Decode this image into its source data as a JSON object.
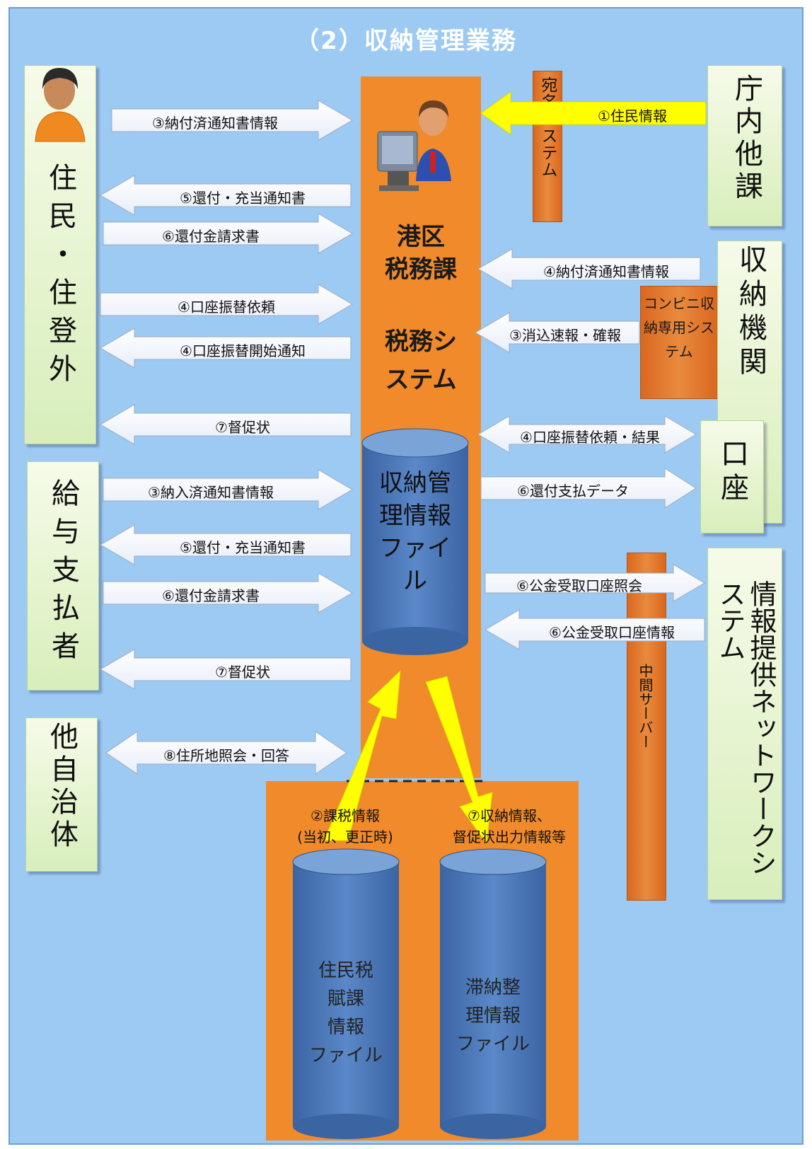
{
  "title": "（2）収納管理業務",
  "boxes": {
    "resident": "住民・住登外",
    "payer": "給与支払者",
    "other_muni": "他自治体",
    "chonai": "庁内他課",
    "shuno_kikan": "収納機関",
    "koza": "口座",
    "joho_net": "情報提供ネットワークシステム",
    "atena": "宛名システム",
    "conveni": "コンビニ収納専用システム",
    "chukan_server": "中間サーバー"
  },
  "center": {
    "office": "港区\n税務課",
    "system": "税務シ\nステム",
    "db_main": "収納管\n理情報\nファイ\nル",
    "db_left": "住民税\n賦課\n情報\nファイル",
    "db_right": "滞納整\n理情報\nファイル"
  },
  "arrows": {
    "a1": "③納付済通知書情報",
    "a2": "⑤還付・充当通知書",
    "a3": "⑥還付金請求書",
    "a4": "④口座振替依頼",
    "a5": "④口座振替開始通知",
    "a6": "⑦督促状",
    "a7": "③納入済通知書情報",
    "a8": "⑤還付・充当通知書",
    "a9": "⑥還付金請求書",
    "a10": "⑦督促状",
    "a11": "⑧住所地照会・回答",
    "r1": "①住民情報",
    "r2": "④納付済通知書情報",
    "r3": "③消込速報・確報",
    "r4": "④口座振替依頼・結果",
    "r5": "⑥還付支払データ",
    "r6": "⑥公金受取口座照会",
    "r7": "⑥公金受取口座情報",
    "y1": "②課税情報\n(当初、更正時)",
    "y2": "⑦収納情報、\n督促状出力情報等"
  },
  "colors": {
    "background": "#9dcaf3",
    "orange": "#f08a2a",
    "yellow": "#ffff00",
    "cylinder": "#4a78b8",
    "green_box": "#e6f3cf"
  }
}
